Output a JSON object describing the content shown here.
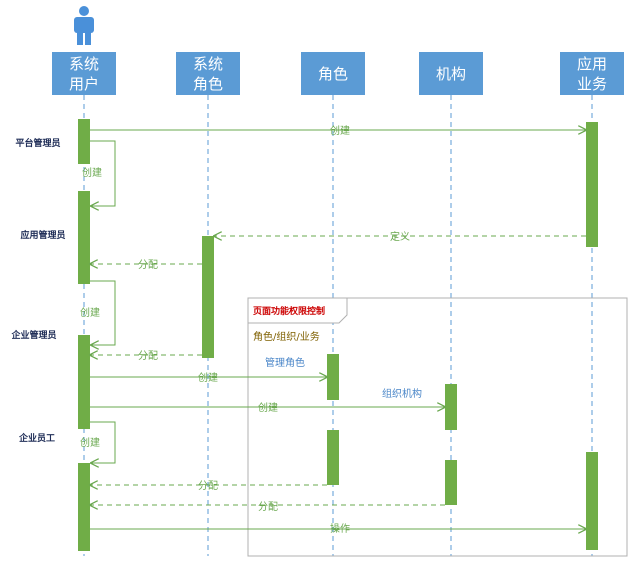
{
  "participants": [
    {
      "line1": "系统",
      "line2": "用户"
    },
    {
      "line1": "系统",
      "line2": "角色"
    },
    {
      "line1": "角色",
      "line2": ""
    },
    {
      "line1": "机构",
      "line2": ""
    },
    {
      "line1": "应用",
      "line2": "业务"
    }
  ],
  "roles": {
    "platform_admin": "平台管理员",
    "app_admin": "应用管理员",
    "enterprise_admin": "企业管理员",
    "enterprise_staff": "企业员工"
  },
  "messages": {
    "create_app": "创建",
    "create_app_admin": "创建",
    "define": "定义",
    "assign_1": "分配",
    "create_ent_admin": "创建",
    "assign_2": "分配",
    "create_role": "创建",
    "create_org": "创建",
    "create_staff": "创建",
    "assign_3": "分配",
    "assign_4": "分配",
    "operate": "操作"
  },
  "fragment": {
    "title": "页面功能权限控制",
    "subtitle": "角色/组织/业务"
  },
  "notes": {
    "manage_role": "管理角色",
    "org": "组织机构"
  },
  "colors": {
    "header_fill": "#5b9bd5",
    "lifeline": "#5b9bd5",
    "activation": "#70ad47",
    "message": "#6aa84f",
    "actor": "#4a90d9"
  }
}
